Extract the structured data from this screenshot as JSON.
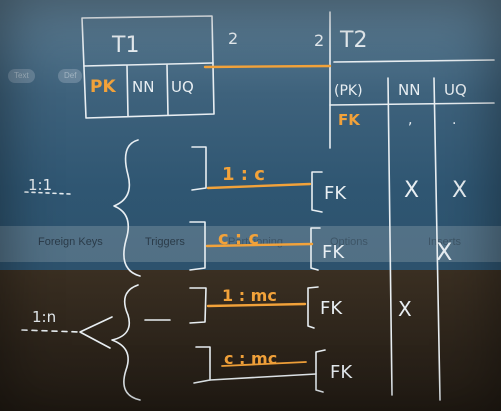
{
  "background_ui": {
    "pills": [
      "Text",
      "Def"
    ],
    "tabs": [
      "Foreign Keys",
      "Triggers"
    ],
    "tabs_faded": [
      "Partitioning",
      "Options",
      "Inserts"
    ]
  },
  "board": {
    "table1": {
      "name": "T1",
      "columns": [
        "PK",
        "NN",
        "UQ"
      ]
    },
    "table2": {
      "name": "T2",
      "columns": [
        "(PK)",
        "NN",
        "UQ"
      ],
      "row": [
        "FK",
        ",",
        "."
      ]
    },
    "link_left": "2",
    "link_right": "2",
    "relations": [
      {
        "group": "1:1",
        "label": "1 : c",
        "key": "FK",
        "nn": "X",
        "uq": "X"
      },
      {
        "group": "1:1",
        "label": "c : c",
        "key": "FK",
        "nn": "",
        "uq": "X"
      },
      {
        "group": "1:n",
        "label": "1 : mc",
        "key": "FK",
        "nn": "X",
        "uq": ""
      },
      {
        "group": "1:n",
        "label": "c : mc",
        "key": "FK",
        "nn": "",
        "uq": ""
      }
    ],
    "group_labels": [
      "1:1",
      "1:n"
    ]
  },
  "colors": {
    "chalk": "#e8eef2",
    "orange": "#f2a23a",
    "top_bg": "#2f5672",
    "bottom_bg": "#2a2219"
  }
}
